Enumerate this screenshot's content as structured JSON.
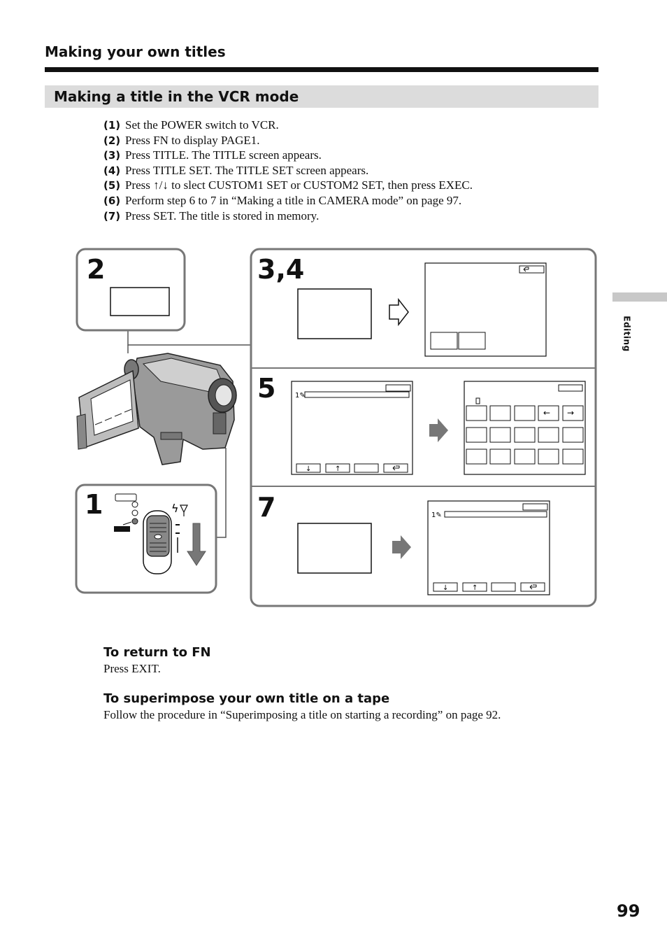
{
  "header": {
    "section_title": "Making your own titles",
    "subsection_title": "Making a title in the VCR mode"
  },
  "steps": [
    {
      "num": "(1)",
      "text": "Set the POWER switch to VCR."
    },
    {
      "num": "(2)",
      "text": "Press FN to display PAGE1."
    },
    {
      "num": "(3)",
      "text": "Press TITLE. The TITLE screen appears."
    },
    {
      "num": "(4)",
      "text": "Press TITLE SET. The TITLE SET screen appears."
    },
    {
      "num": "(5)",
      "text_before": "Press ",
      "arrows": "↑/↓",
      "text_after": " to slect CUSTOM1 SET or CUSTOM2 SET, then press EXEC."
    },
    {
      "num": "(6)",
      "text": "Perform step 6 to 7 in “Making a title in CAMERA mode” on page 97."
    },
    {
      "num": "(7)",
      "text": "Press SET. The title is stored in memory."
    }
  ],
  "figure": {
    "panel_labels": [
      "2",
      "3,4",
      "5",
      "7",
      "1"
    ],
    "screen_arrows": [
      "↓",
      "↑",
      "←",
      "→"
    ],
    "return_icon": "return-icon",
    "title_icon": "title-pen-icon"
  },
  "return_section": {
    "heading": "To return to FN",
    "body": "Press EXIT."
  },
  "superimpose_section": {
    "heading": "To superimpose your own title on a tape",
    "body": "Follow the procedure in “Superimposing a title on starting a recording” on page 92."
  },
  "side_tab": {
    "label": "Editing"
  },
  "page": {
    "number": "99"
  }
}
